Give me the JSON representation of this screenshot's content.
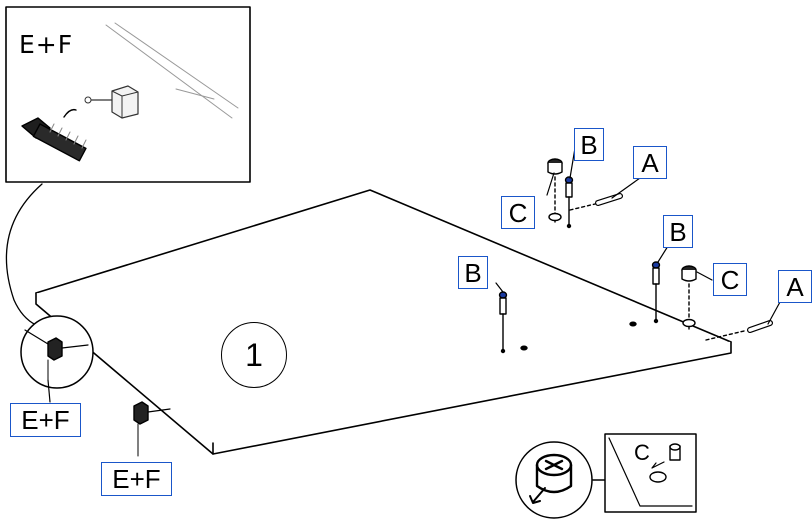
{
  "step": {
    "number": "1"
  },
  "inset": {
    "title": "E+F"
  },
  "labels": {
    "a1": "A",
    "a2": "A",
    "b1": "B",
    "b2": "B",
    "b3": "B",
    "c1": "C",
    "c2": "C",
    "ef1": "E+F",
    "ef2": "E+F"
  },
  "detail": {
    "label": "C"
  },
  "colors": {
    "label_border": "#1a56c9",
    "line": "#000000"
  }
}
